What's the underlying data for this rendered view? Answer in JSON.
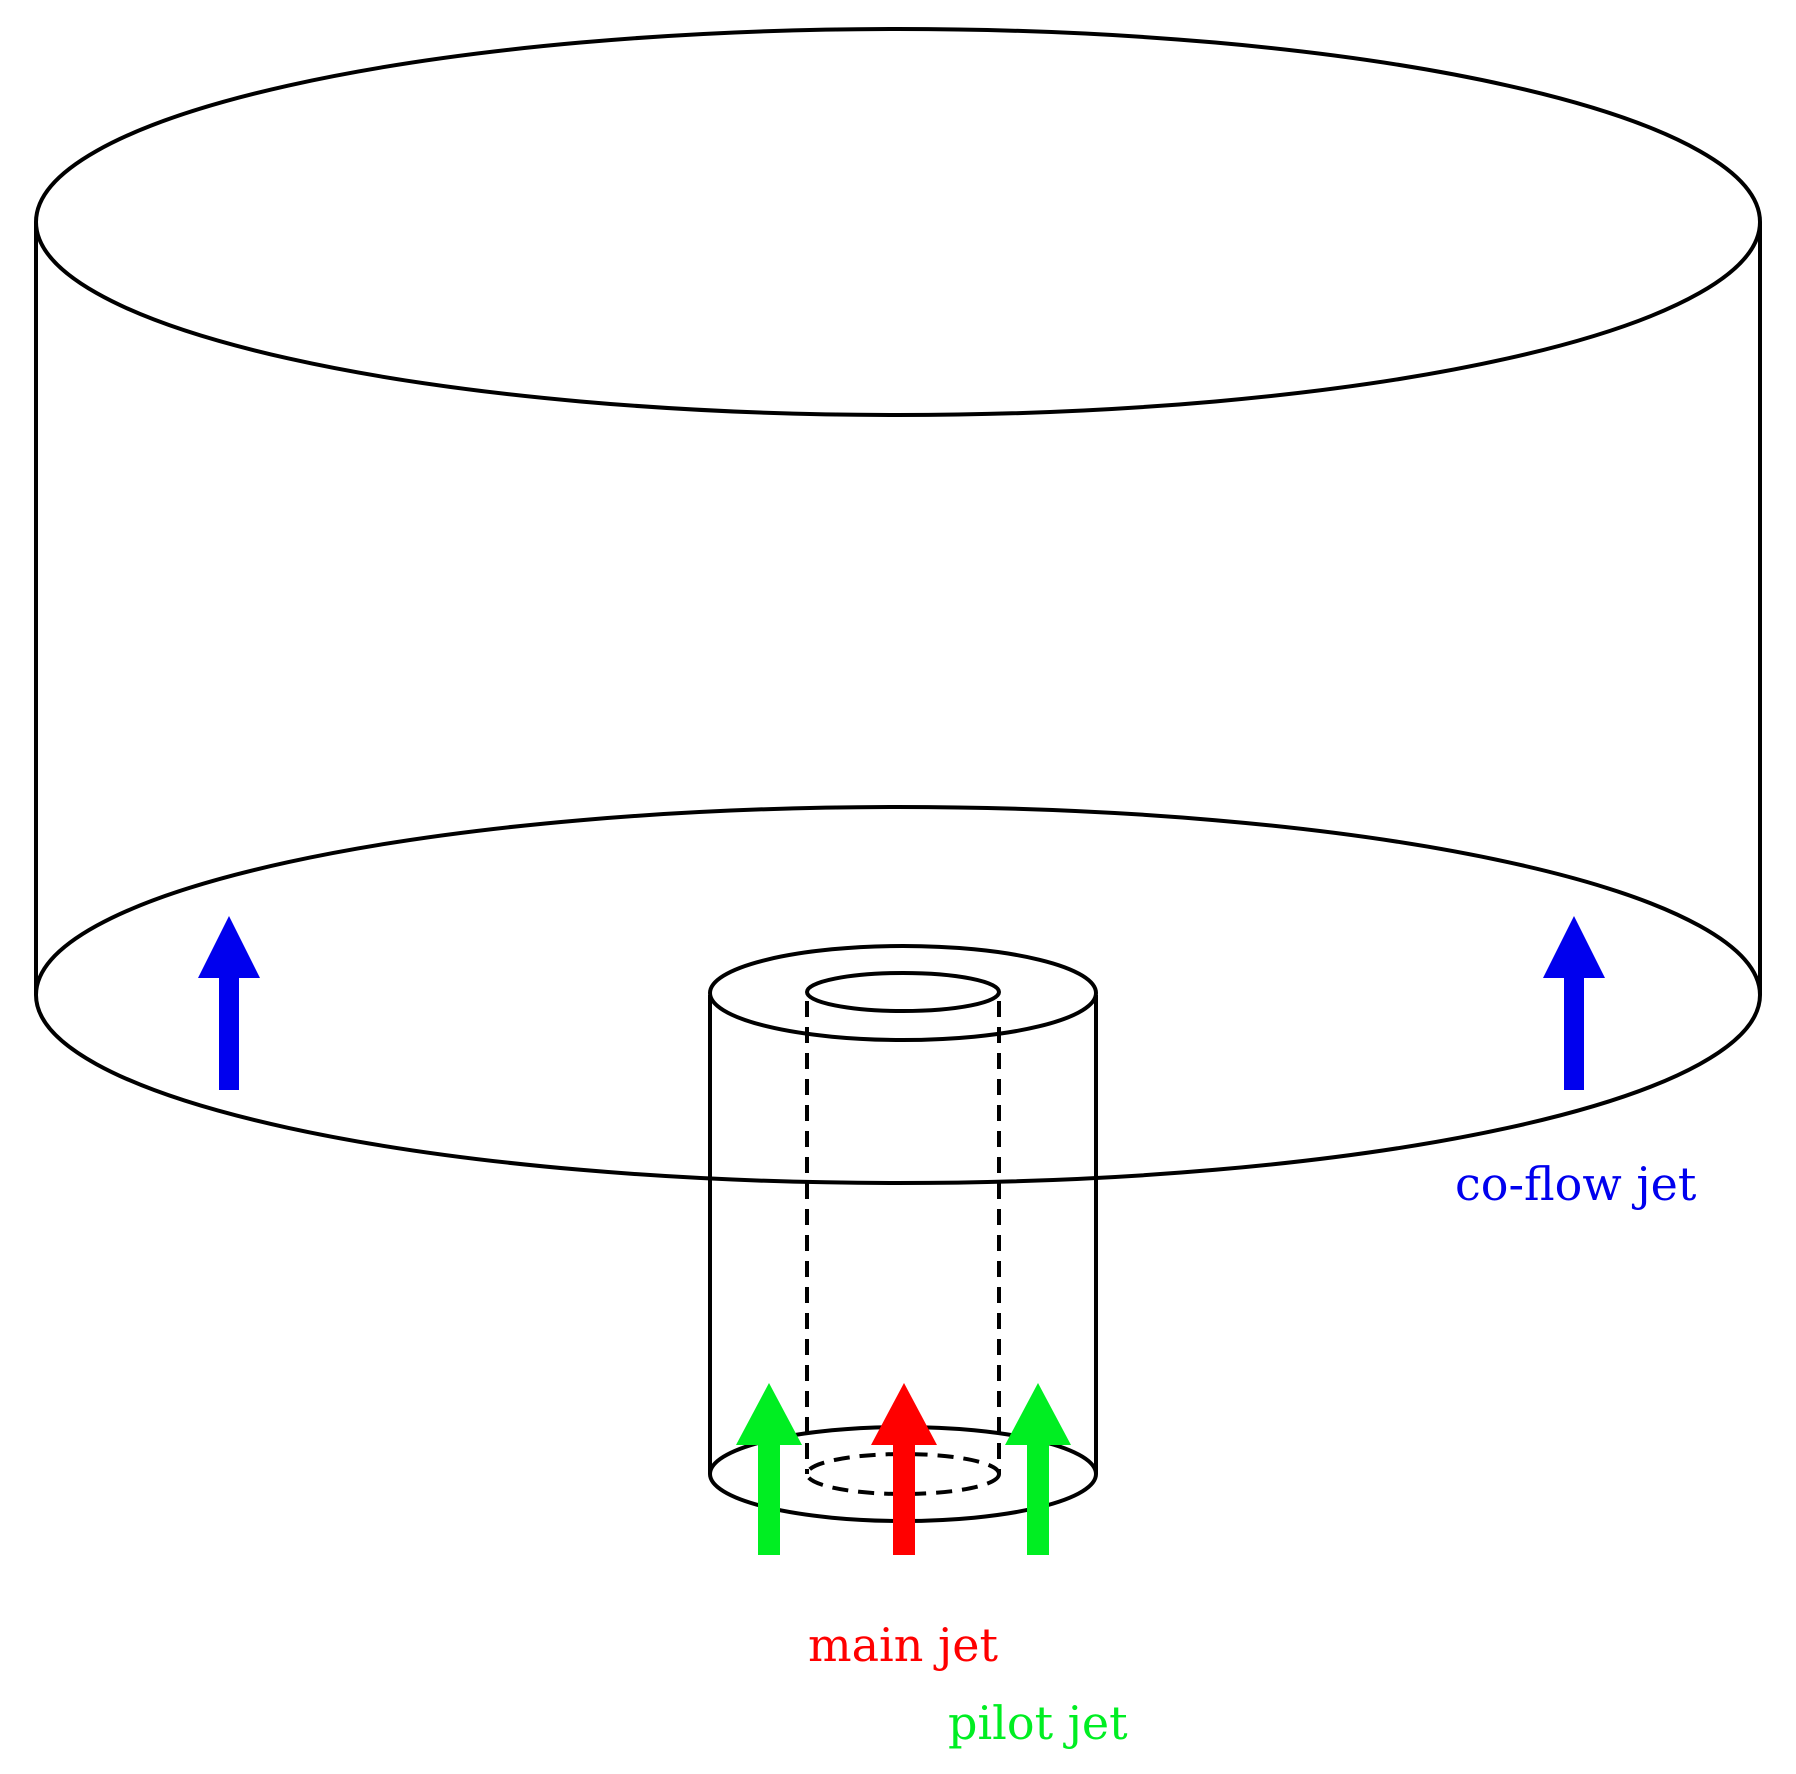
{
  "labels": {
    "coflow": "co-flow jet",
    "main": "main jet",
    "pilot": "pilot jet"
  },
  "colors": {
    "coflow": "#0000ee",
    "main": "#ff0000",
    "pilot": "#00ee22",
    "outline": "#000000"
  }
}
